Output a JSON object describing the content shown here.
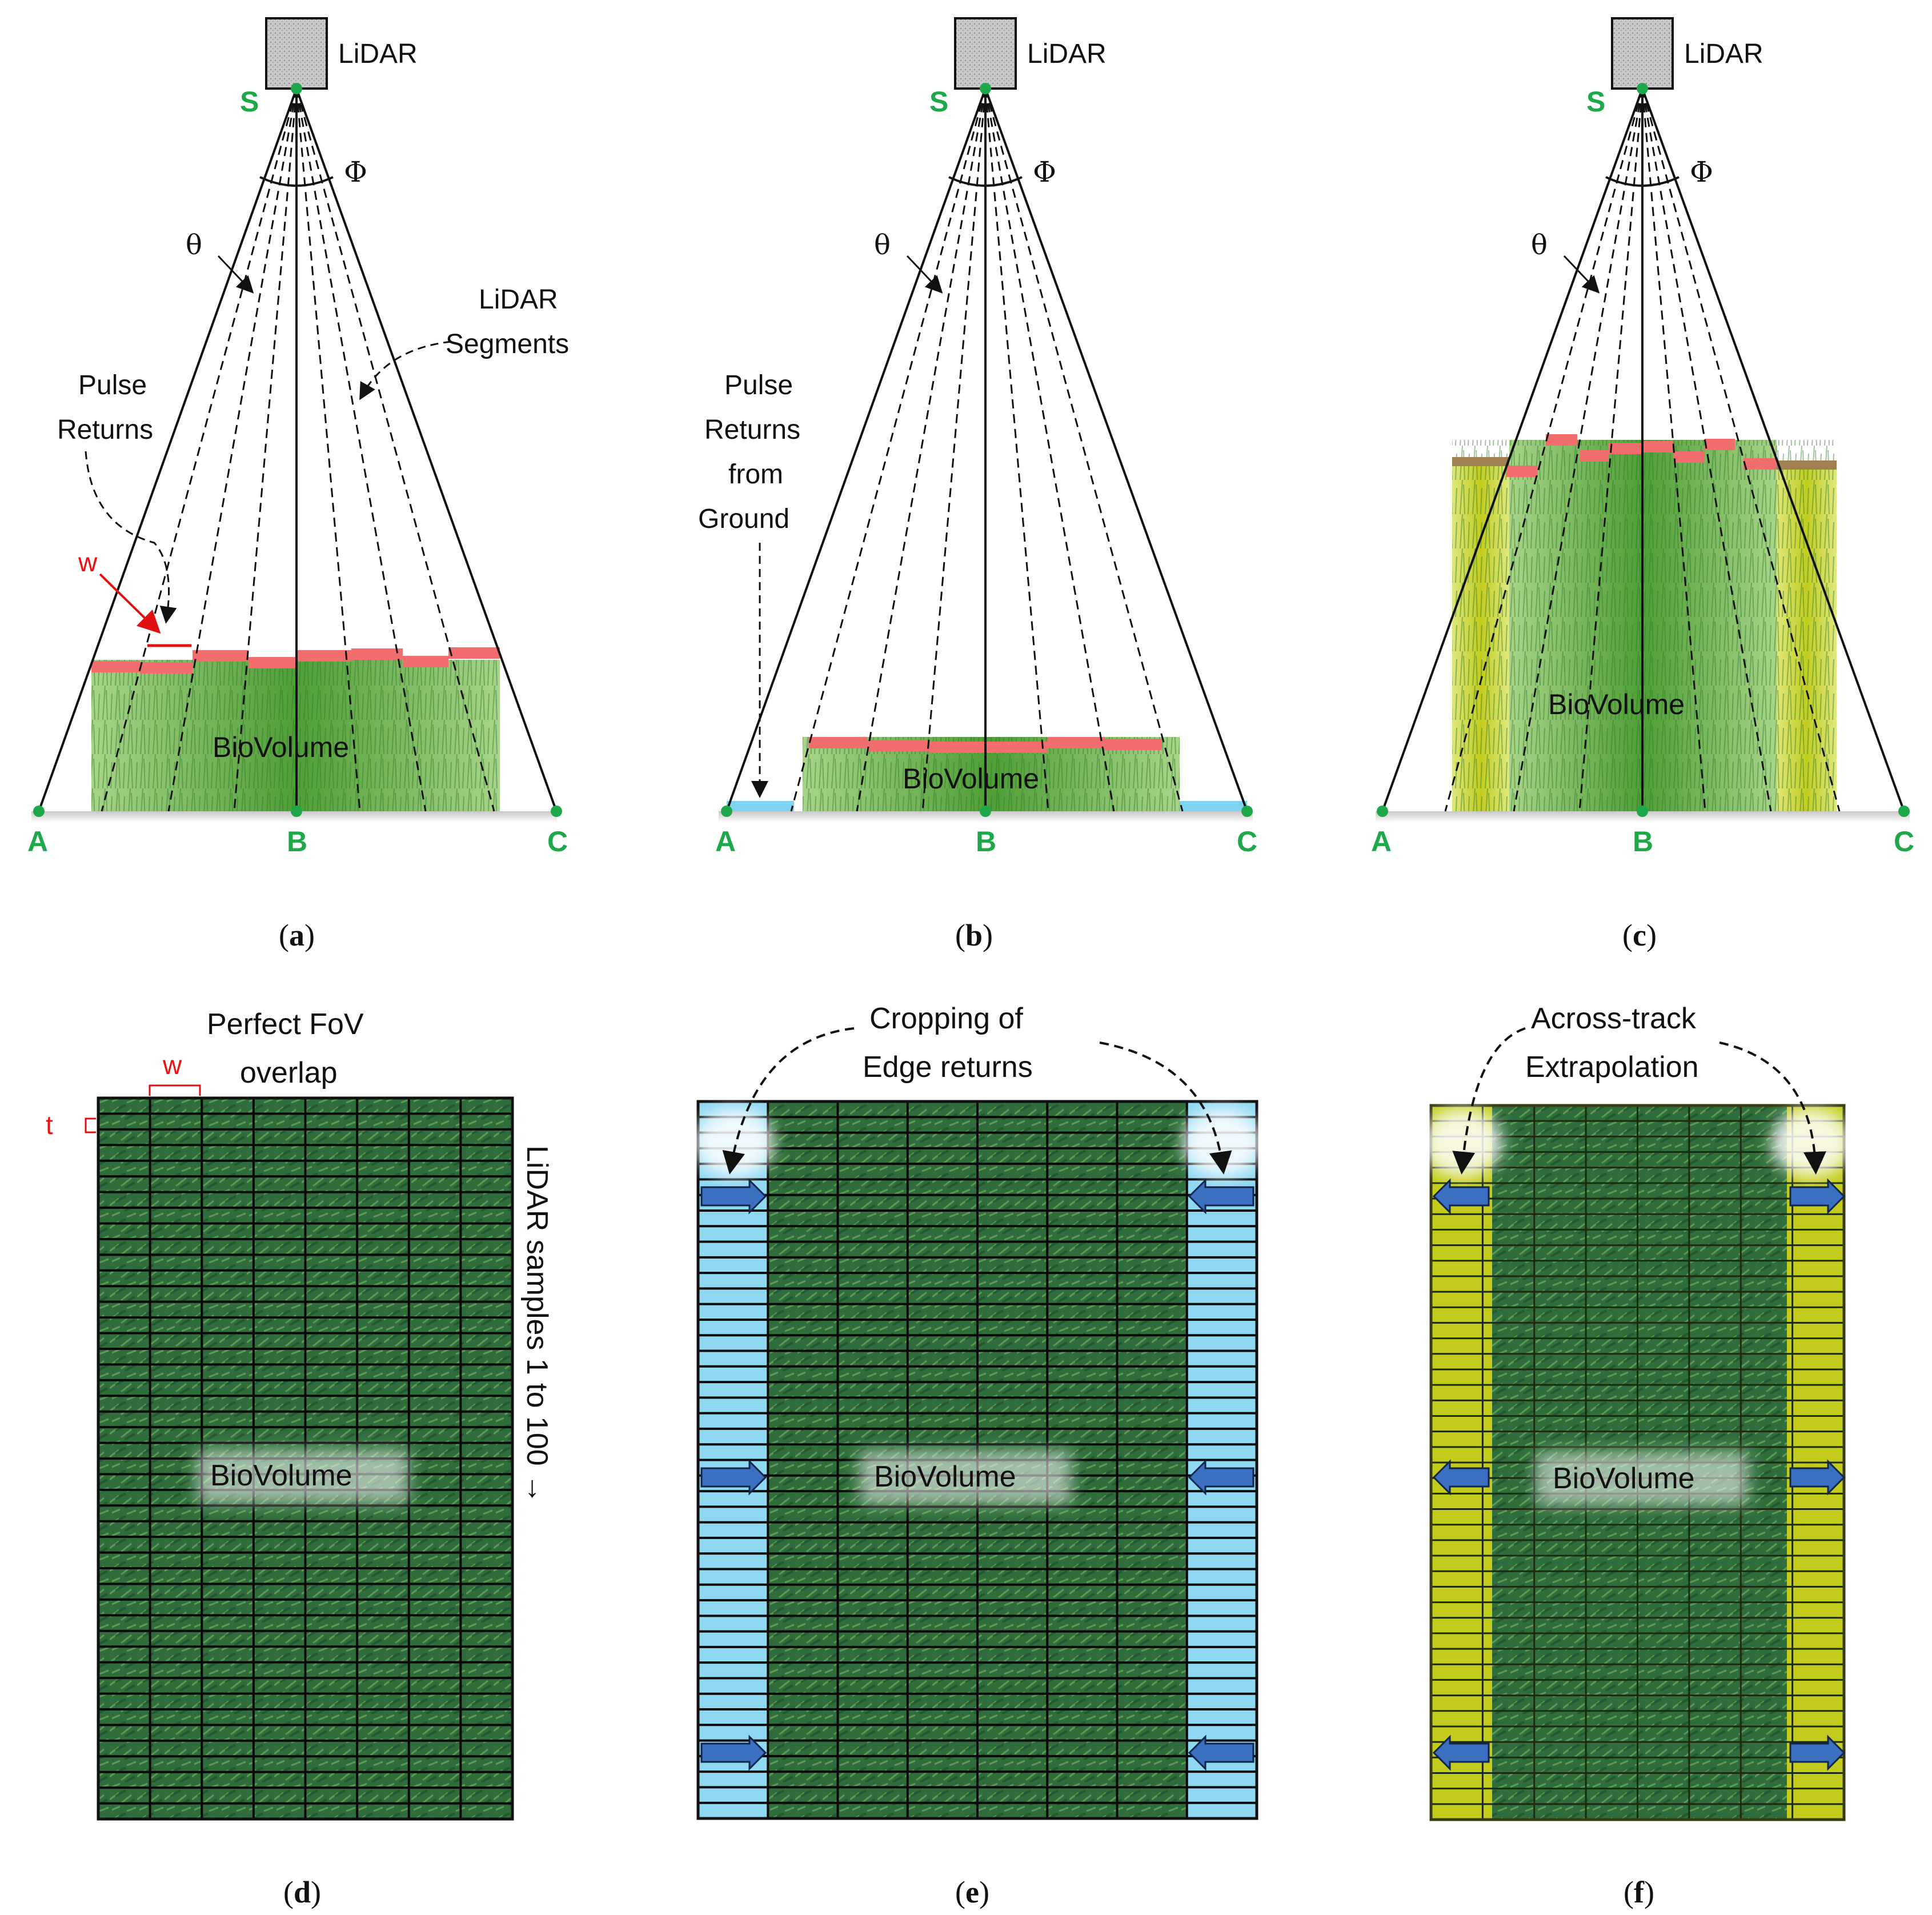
{
  "colors": {
    "grass": "#5aa83c",
    "grass_light": "#b9dda0",
    "grass_dark": "#2f6b2a",
    "tile_green": "#2f6e3c",
    "pulse_red": "#f26d6d",
    "ground_water": "#7fd3f0",
    "crop_blue": "#8fd8f2",
    "extrap_yellow": "#c3cc1c",
    "point_green": "#1fa84a",
    "arrow_blue": "#3b6fc0",
    "annotation_red": "#e11111"
  },
  "panels": {
    "a": {
      "sensor_label": "LiDAR",
      "source_point": "S",
      "fov_symbol": "Φ",
      "angle_symbol": "θ",
      "segments_label_1": "LiDAR",
      "segments_label_2": "Segments",
      "pulse_label_1": "Pulse",
      "pulse_label_2": "Returns",
      "width_symbol": "w",
      "biovolume": "BioVolume",
      "point_a": "A",
      "point_b": "B",
      "point_c": "C",
      "caption_letter": "a"
    },
    "b": {
      "sensor_label": "LiDAR",
      "source_point": "S",
      "fov_symbol": "Φ",
      "angle_symbol": "θ",
      "ground_label_1": "Pulse",
      "ground_label_2": "Returns",
      "ground_label_3": "from",
      "ground_label_4": "Ground",
      "biovolume": "BioVolume",
      "point_a": "A",
      "point_b": "B",
      "point_c": "C",
      "caption_letter": "b"
    },
    "c": {
      "sensor_label": "LiDAR",
      "source_point": "S",
      "fov_symbol": "Φ",
      "angle_symbol": "θ",
      "biovolume": "BioVolume",
      "point_a": "A",
      "point_b": "B",
      "point_c": "C",
      "caption_letter": "c"
    },
    "d": {
      "title_1": "Perfect FoV",
      "title_2": "overlap",
      "width_symbol": "w",
      "thickness_symbol": "t",
      "samples_label": "LiDAR samples 1 to 100 →",
      "biovolume": "BioVolume",
      "caption_letter": "d"
    },
    "e": {
      "title_1": "Cropping of",
      "title_2": "Edge returns",
      "biovolume": "BioVolume",
      "caption_letter": "e"
    },
    "f": {
      "title_1": "Across-track",
      "title_2": "Extrapolation",
      "biovolume": "BioVolume",
      "caption_letter": "f"
    }
  }
}
